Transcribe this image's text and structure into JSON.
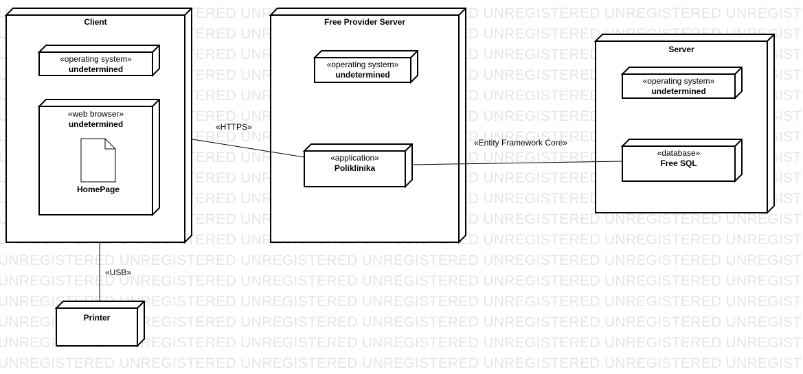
{
  "watermark": {
    "text": "UNREGISTERED"
  },
  "nodes": {
    "client": {
      "title": "Client",
      "os": {
        "stereotype": "«operating system»",
        "name": "undetermined"
      },
      "browser": {
        "stereotype": "«web browser»",
        "name": "undetermined",
        "artifact": {
          "name": "HomePage"
        }
      }
    },
    "provider": {
      "title": "Free Provider Server",
      "os": {
        "stereotype": "«operating system»",
        "name": "undetermined"
      },
      "app": {
        "stereotype": "«application»",
        "name": "Poliklinika"
      }
    },
    "server": {
      "title": "Server",
      "os": {
        "stereotype": "«operating system»",
        "name": "undetermined"
      },
      "db": {
        "stereotype": "«database»",
        "name": "Free SQL"
      }
    },
    "printer": {
      "title": "Printer"
    }
  },
  "connections": {
    "https": "«HTTPS»",
    "ef": "«Entity Framework Core»",
    "usb": "«USB»"
  }
}
